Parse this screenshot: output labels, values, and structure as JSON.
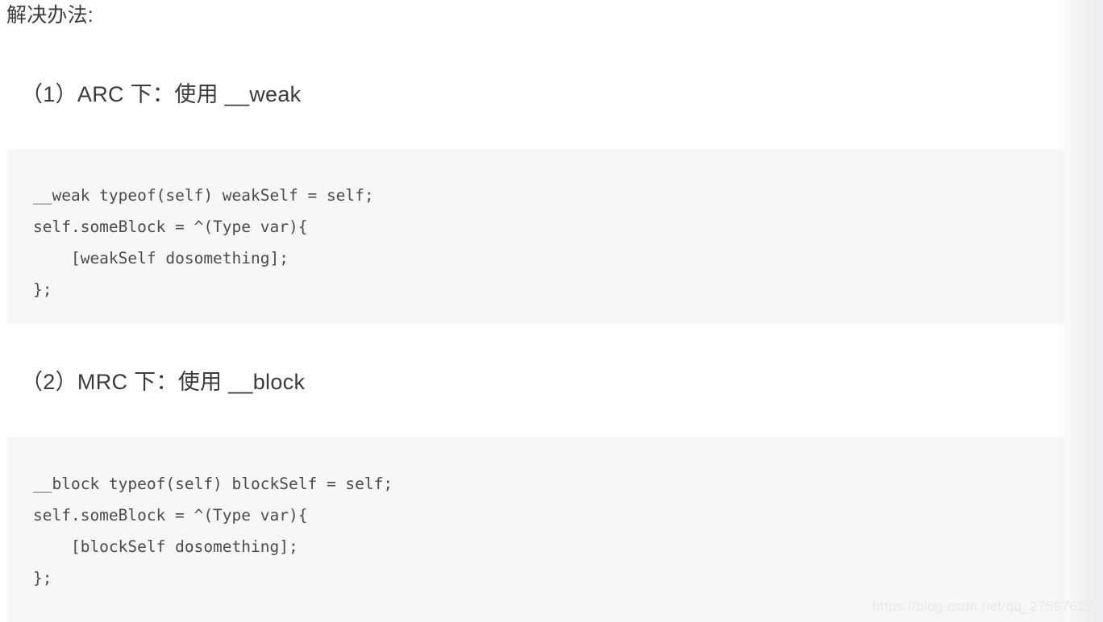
{
  "document": {
    "heading": "解决办法:",
    "sections": [
      {
        "heading": "（1）ARC 下：使用 __weak",
        "code_lines": [
          "__weak typeof(self) weakSelf = self;",
          "self.someBlock = ^(Type var){",
          "    [weakSelf dosomething];",
          "};"
        ]
      },
      {
        "heading": "（2）MRC 下：使用 __block",
        "code_lines": [
          "__block typeof(self) blockSelf = self;",
          "self.someBlock = ^(Type var){",
          "    [blockSelf dosomething];",
          "};"
        ]
      }
    ],
    "watermark": "https://blog.csdn.net/qq_27597629",
    "colors": {
      "page_background": "#ffffff",
      "code_block_background": "#f7f7f8",
      "heading_text": "#3b3b3b",
      "code_text": "#4b4b4b",
      "watermark_text": "#e8e8ea"
    }
  }
}
